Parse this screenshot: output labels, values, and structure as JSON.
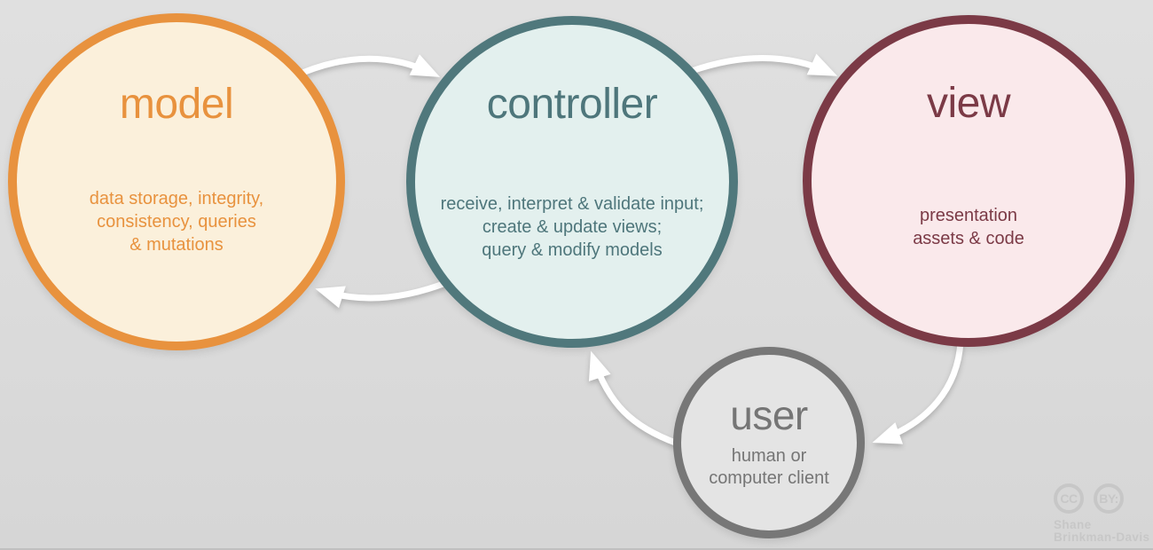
{
  "canvas": {
    "background_color": "#DBDBDB",
    "arrow_color": "#FFFFFF"
  },
  "diagram": {
    "nodes": {
      "model": {
        "title": "model",
        "description": "data storage, integrity,\nconsistency, queries\n& mutations",
        "border_color": "#E8923E",
        "fill_color": "#FBF0DB",
        "text_color": "#E8923E"
      },
      "controller": {
        "title": "controller",
        "description": "receive, interpret & validate input;\ncreate & update views;\nquery & modify models",
        "border_color": "#50787C",
        "fill_color": "#E3F0EE",
        "text_color": "#4E767B"
      },
      "view": {
        "title": "view",
        "description": "presentation\nassets & code",
        "border_color": "#7B3A46",
        "fill_color": "#FAE9EB",
        "text_color": "#7B3A46"
      },
      "user": {
        "title": "user",
        "description": "human or\ncomputer client",
        "border_color": "#777777",
        "fill_color": "#E4E4E4",
        "text_color": "#757575"
      }
    },
    "edges": [
      {
        "from": "model",
        "to": "controller"
      },
      {
        "from": "controller",
        "to": "view"
      },
      {
        "from": "controller",
        "to": "model"
      },
      {
        "from": "view",
        "to": "user"
      },
      {
        "from": "user",
        "to": "controller"
      }
    ]
  },
  "attribution": {
    "cc_label": "CC",
    "by_label": "BY:",
    "author": "Shane\nBrinkman-Davis"
  }
}
